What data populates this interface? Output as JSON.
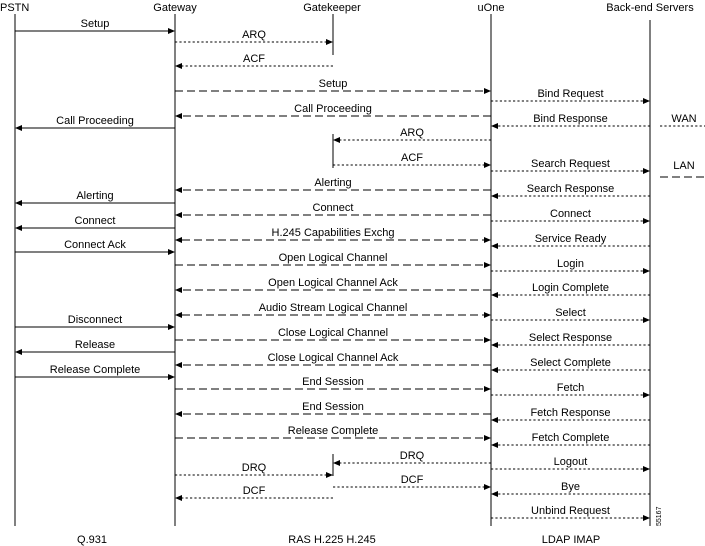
{
  "participants": [
    {
      "id": "pstn",
      "label": "PSTN"
    },
    {
      "id": "gw",
      "label": "Gateway"
    },
    {
      "id": "gk",
      "label": "Gatekeeper"
    },
    {
      "id": "uone",
      "label": "uOne"
    },
    {
      "id": "be",
      "label": "Back-end Servers"
    }
  ],
  "messages": [
    {
      "label": "Setup",
      "from": "pstn",
      "to": "gw",
      "style": "solid"
    },
    {
      "label": "ARQ",
      "from": "gw",
      "to": "gk",
      "style": "dotted"
    },
    {
      "label": "ACF",
      "from": "gk",
      "to": "gw",
      "style": "dotted"
    },
    {
      "label": "Setup",
      "from": "gw",
      "to": "uone",
      "style": "dashed"
    },
    {
      "label": "Bind Request",
      "from": "uone",
      "to": "be",
      "style": "dotted"
    },
    {
      "label": "Call Proceeding",
      "from": "uone",
      "to": "gw",
      "style": "dashed"
    },
    {
      "label": "Call Proceeding",
      "from": "gw",
      "to": "pstn",
      "style": "solid"
    },
    {
      "label": "Bind Response",
      "from": "be",
      "to": "uone",
      "style": "dotted"
    },
    {
      "label": "ARQ",
      "from": "uone",
      "to": "gk",
      "style": "dotted"
    },
    {
      "label": "ACF",
      "from": "gk",
      "to": "uone",
      "style": "dotted"
    },
    {
      "label": "Search Request",
      "from": "uone",
      "to": "be",
      "style": "dotted"
    },
    {
      "label": "Alerting",
      "from": "uone",
      "to": "gw",
      "style": "dashed"
    },
    {
      "label": "Search Response",
      "from": "be",
      "to": "uone",
      "style": "dotted"
    },
    {
      "label": "Alerting",
      "from": "gw",
      "to": "pstn",
      "style": "solid"
    },
    {
      "label": "Connect",
      "from": "uone",
      "to": "gw",
      "style": "dashed"
    },
    {
      "label": "Connect",
      "from": "uone",
      "to": "be",
      "style": "dotted"
    },
    {
      "label": "Connect",
      "from": "gw",
      "to": "pstn",
      "style": "solid"
    },
    {
      "label": "H.245 Capabilities Exchg",
      "from": "gw",
      "to": "uone",
      "style": "dashed",
      "both": true
    },
    {
      "label": "Service Ready",
      "from": "be",
      "to": "uone",
      "style": "dotted"
    },
    {
      "label": "Connect Ack",
      "from": "pstn",
      "to": "gw",
      "style": "solid"
    },
    {
      "label": "Open Logical Channel",
      "from": "gw",
      "to": "uone",
      "style": "dashed"
    },
    {
      "label": "Login",
      "from": "uone",
      "to": "be",
      "style": "dotted"
    },
    {
      "label": "Open Logical Channel Ack",
      "from": "uone",
      "to": "gw",
      "style": "dashed"
    },
    {
      "label": "Login Complete",
      "from": "be",
      "to": "uone",
      "style": "dotted"
    },
    {
      "label": "Audio Stream Logical Channel",
      "from": "gw",
      "to": "uone",
      "style": "dashed",
      "both": true
    },
    {
      "label": "Select",
      "from": "uone",
      "to": "be",
      "style": "dotted"
    },
    {
      "label": "Disconnect",
      "from": "pstn",
      "to": "gw",
      "style": "solid"
    },
    {
      "label": "Close Logical Channel",
      "from": "gw",
      "to": "uone",
      "style": "dashed"
    },
    {
      "label": "Select Response",
      "from": "be",
      "to": "uone",
      "style": "dotted"
    },
    {
      "label": "Release",
      "from": "gw",
      "to": "pstn",
      "style": "solid"
    },
    {
      "label": "Close Logical Channel Ack",
      "from": "uone",
      "to": "gw",
      "style": "dashed"
    },
    {
      "label": "Select Complete",
      "from": "be",
      "to": "uone",
      "style": "dotted"
    },
    {
      "label": "Release Complete",
      "from": "pstn",
      "to": "gw",
      "style": "solid"
    },
    {
      "label": "End Session",
      "from": "gw",
      "to": "uone",
      "style": "dashed"
    },
    {
      "label": "Fetch",
      "from": "uone",
      "to": "be",
      "style": "dotted"
    },
    {
      "label": "End Session",
      "from": "uone",
      "to": "gw",
      "style": "dashed"
    },
    {
      "label": "Fetch Response",
      "from": "be",
      "to": "uone",
      "style": "dotted"
    },
    {
      "label": "Release Complete",
      "from": "gw",
      "to": "uone",
      "style": "dashed"
    },
    {
      "label": "Fetch Complete",
      "from": "be",
      "to": "uone",
      "style": "dotted"
    },
    {
      "label": "DRQ",
      "from": "uone",
      "to": "gk",
      "style": "dotted"
    },
    {
      "label": "Logout",
      "from": "uone",
      "to": "be",
      "style": "dotted"
    },
    {
      "label": "DRQ",
      "from": "gw",
      "to": "gk",
      "style": "dotted"
    },
    {
      "label": "DCF",
      "from": "gk",
      "to": "uone",
      "style": "dotted"
    },
    {
      "label": "DCF",
      "from": "gk",
      "to": "gw",
      "style": "dotted"
    },
    {
      "label": "Bye",
      "from": "be",
      "to": "uone",
      "style": "dotted"
    },
    {
      "label": "Unbind Request",
      "from": "uone",
      "to": "be",
      "style": "dotted"
    }
  ],
  "network_labels": [
    {
      "label": "WAN",
      "style": "dotted"
    },
    {
      "label": "LAN",
      "style": "dashed"
    }
  ],
  "protocols": {
    "pstn_gateway": "Q.931",
    "gateway_uone": "RAS H.225 H.245",
    "uone_backend": "LDAP IMAP"
  },
  "figure_number": "55167"
}
